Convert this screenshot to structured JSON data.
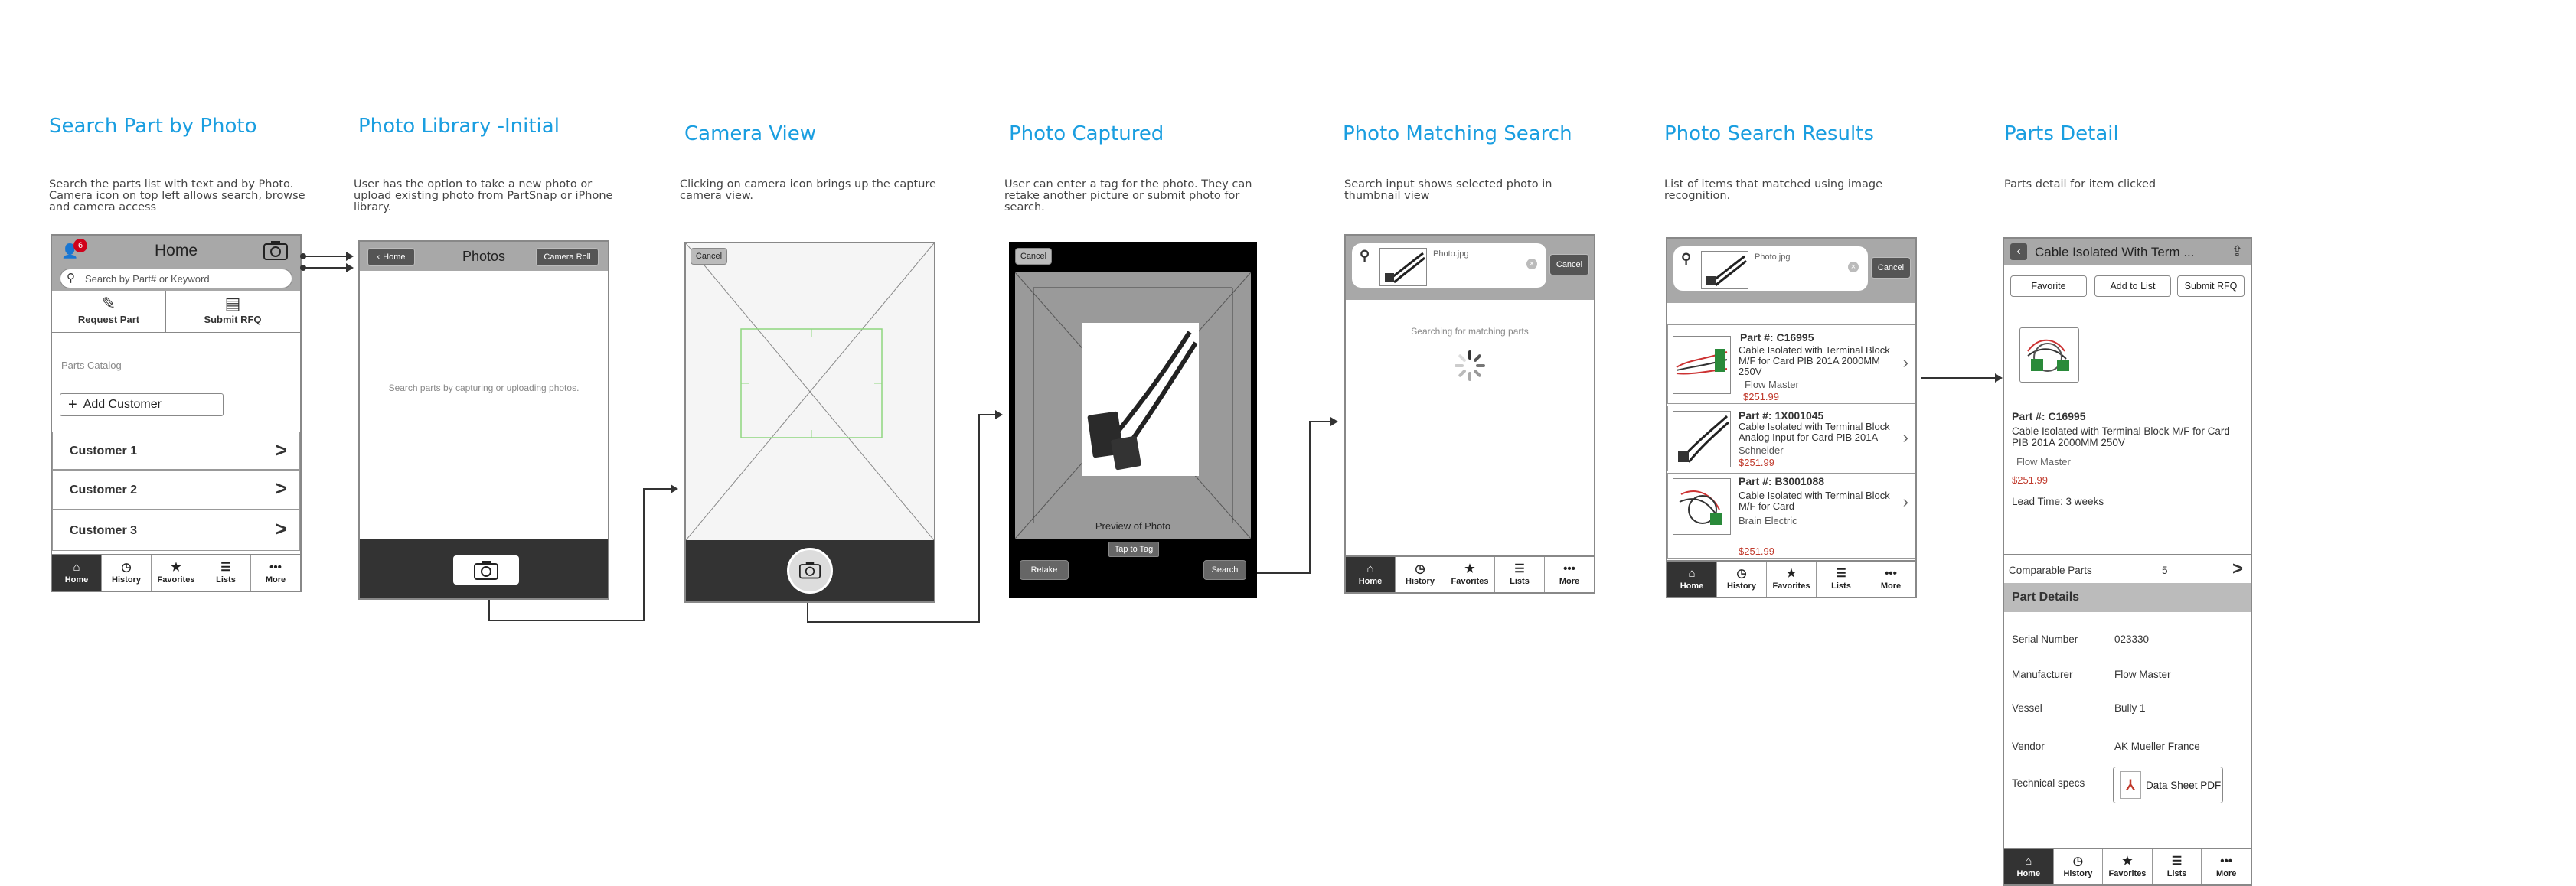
{
  "screens": [
    {
      "title": "Search Part by Photo",
      "desc": "Search the parts list with text and by Photo. Camera icon on top left allows search, browse and camera access"
    },
    {
      "title": "Photo Library -Initial",
      "desc": "User has the option to take a new photo or upload existing photo from PartSnap or iPhone library."
    },
    {
      "title": "Camera View",
      "desc": "Clicking on camera icon brings up the capture camera view."
    },
    {
      "title": "Photo Captured",
      "desc": "User can enter a tag for the photo. They can retake another picture or submit photo for search."
    },
    {
      "title": "Photo Matching Search",
      "desc": "Search input shows selected photo in thumbnail view"
    },
    {
      "title": "Photo Search Results",
      "desc": "List of items that matched using image recognition."
    },
    {
      "title": "Parts Detail",
      "desc": "Parts detail for item clicked"
    }
  ],
  "tabbar": [
    {
      "label": "Home",
      "icon": "home-icon"
    },
    {
      "label": "History",
      "icon": "clock-icon"
    },
    {
      "label": "Favorites",
      "icon": "star-icon"
    },
    {
      "label": "Lists",
      "icon": "list-icon"
    },
    {
      "label": "More",
      "icon": "more-icon"
    }
  ],
  "home": {
    "badge": "6",
    "title": "Home",
    "search_placeholder": "Search by Part# or Keyword",
    "request_part": "Request Part",
    "submit_rfq": "Submit RFQ",
    "catalog_label": "Parts Catalog",
    "add_customer": "Add Customer",
    "customers": [
      "Customer 1",
      "Customer 2",
      "Customer 3"
    ]
  },
  "library": {
    "back": "Home",
    "title": "Photos",
    "camera_roll": "Camera Roll",
    "empty_text": "Search parts by capturing or uploading photos."
  },
  "camera": {
    "cancel": "Cancel"
  },
  "captured": {
    "cancel": "Cancel",
    "preview": "Preview of Photo",
    "tag": "Tap to Tag",
    "retake": "Retake",
    "search": "Search"
  },
  "matching": {
    "filename": "Photo.jpg",
    "cancel": "Cancel",
    "status": "Searching for matching parts"
  },
  "results": {
    "filename": "Photo.jpg",
    "cancel": "Cancel",
    "items": [
      {
        "part": "Part #: C16995",
        "desc": "Cable Isolated with Terminal Block M/F for Card PIB 201A 2000MM 250V",
        "vendor": "Flow Master",
        "price": "$251.99"
      },
      {
        "part": "Part #: 1X001045",
        "desc": "Cable Isolated with Terminal Block Analog Input for Card PIB 201A",
        "vendor": "Schneider",
        "price": "$251.99"
      },
      {
        "part": "Part #: B3001088",
        "desc": "Cable Isolated with Terminal Block M/F for Card",
        "vendor": "Brain Electric",
        "price": "$251.99"
      }
    ]
  },
  "detail": {
    "title": "Cable Isolated With Term ...",
    "favorite": "Favorite",
    "add_to_list": "Add to List",
    "submit_rfq": "Submit RFQ",
    "part": "Part #: C16995",
    "desc": "Cable Isolated with Terminal Block M/F for Card PIB 201A 2000MM 250V",
    "vendor": "Flow Master",
    "price": "$251.99",
    "lead_time": "Lead Time: 3 weeks",
    "comparable_label": "Comparable Parts",
    "comparable_count": "5",
    "section_header": "Part Details",
    "fields": [
      {
        "label": "Serial Number",
        "value": "023330"
      },
      {
        "label": "Manufacturer",
        "value": "Flow Master"
      },
      {
        "label": "Vessel",
        "value": "Bully 1"
      },
      {
        "label": "Vendor",
        "value": "AK Mueller France"
      },
      {
        "label": "Technical specs",
        "value": "Data Sheet PDF"
      }
    ]
  },
  "colors": {
    "accent": "#1a9ee0",
    "price": "#c0392b",
    "badge": "#d0021b",
    "bar": "#9a9a9a",
    "dark": "#333333"
  }
}
